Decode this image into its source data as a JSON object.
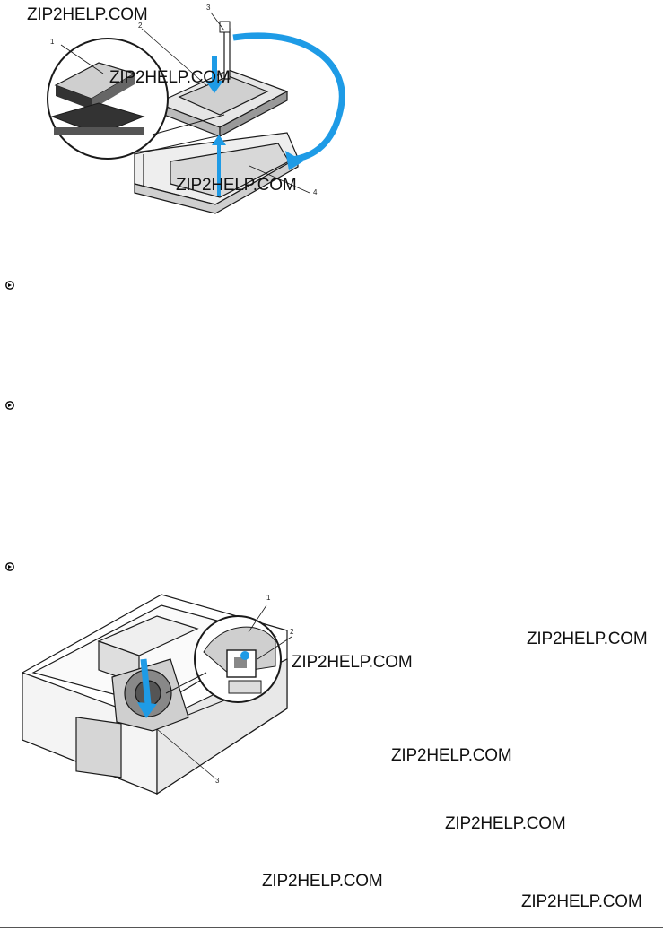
{
  "watermark": "ZIP2HELP.COM",
  "figure_top": {
    "callouts": [
      "1",
      "2",
      "3",
      "4"
    ]
  },
  "figure_bottom": {
    "callouts": [
      "1",
      "2",
      "3"
    ]
  },
  "colors": {
    "accent": "#1e9be6",
    "line": "#1a1a1a"
  },
  "icons": [
    "notice-icon",
    "notice-icon",
    "notice-icon"
  ]
}
